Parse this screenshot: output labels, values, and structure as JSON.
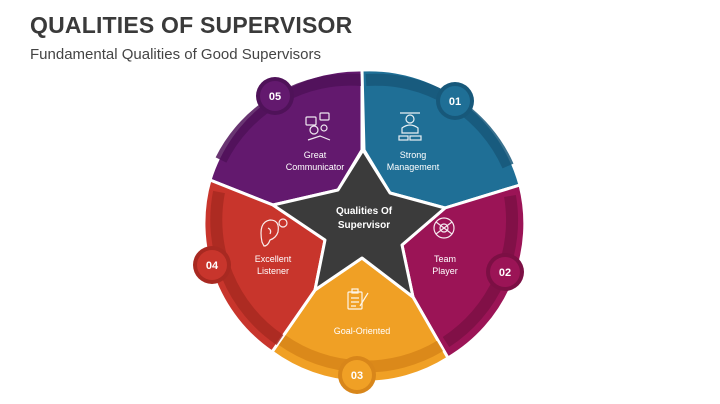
{
  "header": {
    "title": "QUALITIES OF SUPERVISOR",
    "subtitle": "Fundamental Qualities of Good Supervisors"
  },
  "center": {
    "line1": "Qualities Of",
    "line2": "Supervisor",
    "color": "#3b3b3b"
  },
  "segments": [
    {
      "number": "01",
      "line1": "Strong",
      "line2": "Management",
      "icon": "management-icon",
      "color": "#1f6f96",
      "dark": "#17587a"
    },
    {
      "number": "02",
      "line1": "Team",
      "line2": "Player",
      "icon": "team-icon",
      "color": "#9b1456",
      "dark": "#7c0f44"
    },
    {
      "number": "03",
      "line1": "Goal-Oriented",
      "line2": "",
      "icon": "checklist-icon",
      "color": "#f0a025",
      "dark": "#d8861a"
    },
    {
      "number": "04",
      "line1": "Excellent",
      "line2": "Listener",
      "icon": "ear-icon",
      "color": "#c8352c",
      "dark": "#a82921"
    },
    {
      "number": "05",
      "line1": "Great",
      "line2": "Communicator",
      "icon": "communication-icon",
      "color": "#63196e",
      "dark": "#4f1259"
    }
  ]
}
